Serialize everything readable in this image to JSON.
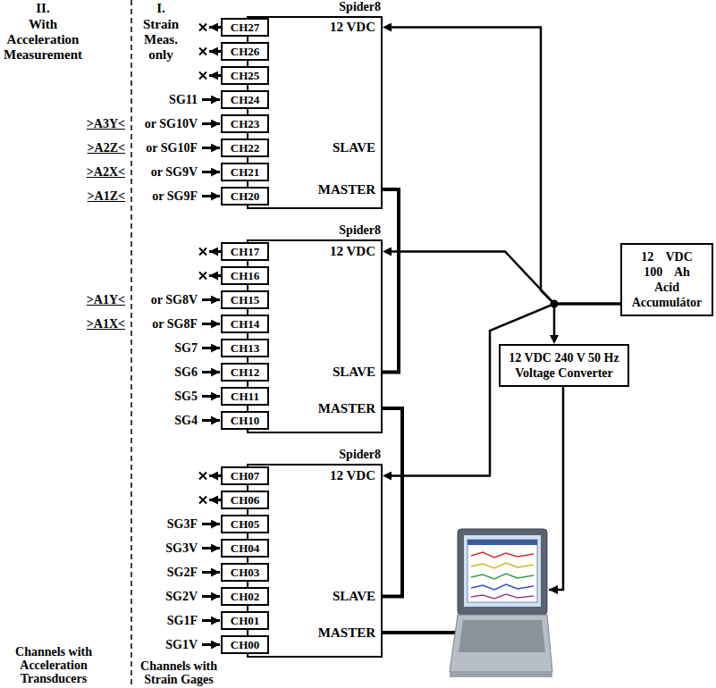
{
  "diagram": {
    "nodes": [
      {
        "text": [
          "Spider8",
          "12 VDC",
          "SLAVE",
          "MASTER"
        ]
      },
      {
        "text": [
          "CH27"
        ]
      },
      {
        "text": [
          "CH26"
        ]
      },
      {
        "text": [
          "CH25"
        ]
      },
      {
        "text": [
          "CH24"
        ]
      },
      {
        "text": [
          "CH23"
        ]
      },
      {
        "text": [
          "CH22"
        ]
      },
      {
        "text": [
          "CH21"
        ]
      },
      {
        "text": [
          "CH20"
        ]
      },
      {
        "text": [
          "Spider8",
          "12 VDC",
          "SLAVE",
          "MASTER"
        ]
      },
      {
        "text": [
          "CH17"
        ]
      },
      {
        "text": [
          "CH16"
        ]
      },
      {
        "text": [
          "CH15"
        ]
      },
      {
        "text": [
          "CH14"
        ]
      },
      {
        "text": [
          "CH13"
        ]
      },
      {
        "text": [
          "CH12"
        ]
      },
      {
        "text": [
          "CH11"
        ]
      },
      {
        "text": [
          "CH10"
        ]
      },
      {
        "text": [
          "Spider8",
          "12 VDC",
          "SLAVE",
          "MASTER"
        ]
      },
      {
        "text": [
          "CH07"
        ]
      },
      {
        "text": [
          "CH06"
        ]
      },
      {
        "text": [
          "CH05"
        ]
      },
      {
        "text": [
          "CH04"
        ]
      },
      {
        "text": [
          "CH03"
        ]
      },
      {
        "text": [
          "CH02"
        ]
      },
      {
        "text": [
          "CH01"
        ]
      },
      {
        "text": [
          "CH00"
        ]
      },
      {
        "text": [
          "12 VDC 100 Ah Acid Accumulátor"
        ]
      },
      {
        "text": [
          "12 VDC 240 V 50 Hz Voltage Converter"
        ]
      }
    ],
    "edges": [
      {
        "from": 27,
        "to": 0,
        "arrow": "to"
      },
      {
        "from": 27,
        "to": 9,
        "arrow": "to"
      },
      {
        "from": 27,
        "to": 18,
        "arrow": "to"
      },
      {
        "from": 27,
        "to": 28,
        "arrow": "to"
      },
      {
        "from": 0,
        "to": 9,
        "arrow": "none"
      },
      {
        "from": 9,
        "to": 18,
        "arrow": "none"
      }
    ],
    "labels": [
      "II.",
      "With Acceleration Measurement",
      "I.",
      "Strain Meas. only",
      "SG11",
      ">A3Y<",
      "or SG10V",
      ">A2Z<",
      "or SG10F",
      ">A2X<",
      "or SG9V",
      ">A1Z<",
      "or SG9F",
      ">A1Y<",
      "or SG8V",
      ">A1X<",
      "or SG8F",
      "SG7",
      "SG6",
      "SG5",
      "SG4",
      "SG3F",
      "SG3V",
      "SG2F",
      "SG2V",
      "SG1F",
      "SG1V",
      "Channels with Acceleration Transducers",
      "Channels with Strain Gages"
    ]
  }
}
